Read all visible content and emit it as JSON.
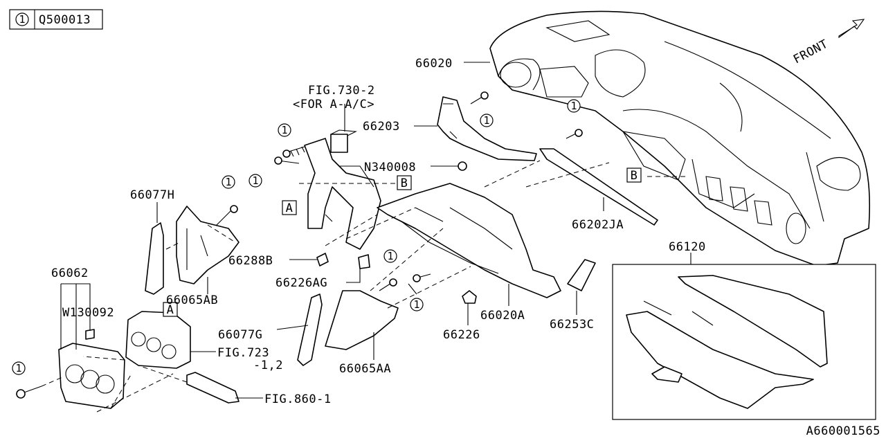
{
  "legend": {
    "marker": "1",
    "code": "Q500013"
  },
  "front_label": "FRONT",
  "diagram_id": "A660001565",
  "ref_markers": {
    "a": "A",
    "b": "B"
  },
  "qty_marker": "1",
  "labels": {
    "p66020": "66020",
    "fig730": "FIG.730-2",
    "for_aac": "<FOR A-A/C>",
    "p66203": "66203",
    "n340008": "N340008",
    "p66077h": "66077H",
    "p66202ja": "66202JA",
    "p66120": "66120",
    "p66288b": "66288B",
    "p66226ag": "66226AG",
    "p66062": "66062",
    "p66065ab": "66065AB",
    "w130092": "W130092",
    "p66020a": "66020A",
    "p66253c": "66253C",
    "p66077g": "66077G",
    "p66226": "66226",
    "fig723": "FIG.723",
    "fig723_sub": "-1,2",
    "p66065aa": "66065AA",
    "fig860": "FIG.860-1"
  }
}
